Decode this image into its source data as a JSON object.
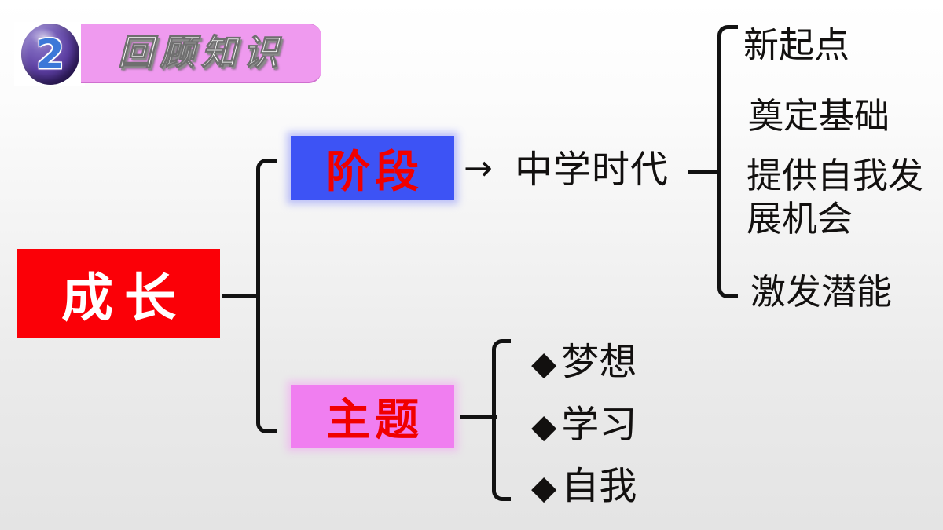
{
  "header": {
    "number": "2",
    "title": "回顾知识",
    "sphere_color": "#5d3fa3",
    "banner_color": "#ef9aef",
    "number_color": "#3c78d8"
  },
  "diagram": {
    "root": {
      "label": "成长",
      "bg_color": "#fb0007",
      "text_color": "#ffffff"
    },
    "branches": [
      {
        "label": "阶段",
        "bg_color": "#3d53f5",
        "text_color": "#f10000"
      },
      {
        "label": "主题",
        "bg_color": "#f07ef0",
        "text_color": "#f10000"
      }
    ],
    "arrow": "→",
    "stage_target": "中学时代",
    "stage_outcomes": [
      "新起点",
      "奠定基础",
      "提供自我发展机会",
      "激发潜能"
    ],
    "theme_items": [
      {
        "mark": "◆",
        "label": "梦想"
      },
      {
        "mark": "◆",
        "label": "学习"
      },
      {
        "mark": "◆",
        "label": "自我"
      }
    ]
  }
}
